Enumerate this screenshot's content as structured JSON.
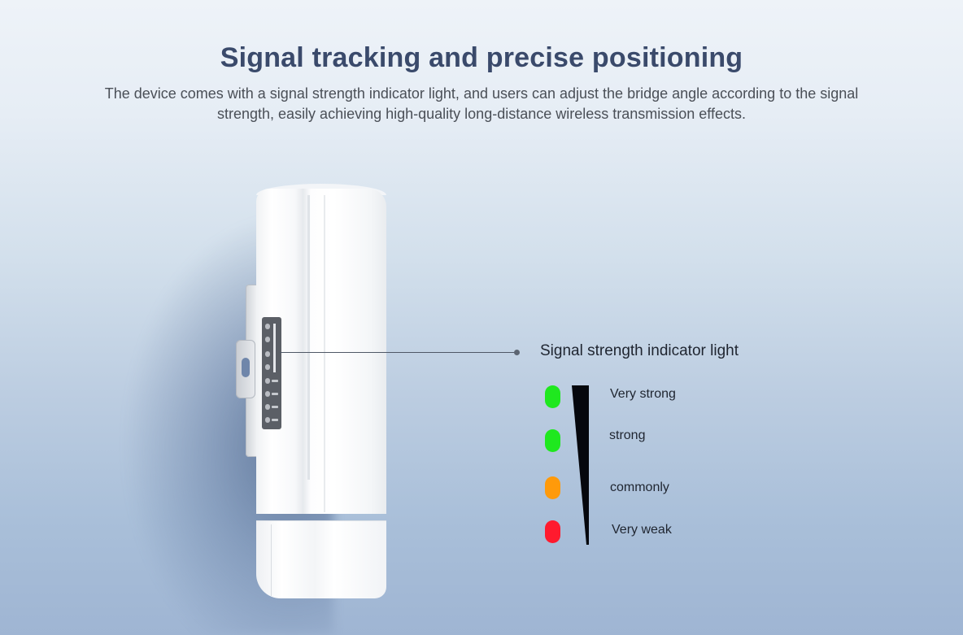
{
  "header": {
    "title": "Signal tracking and precise positioning",
    "subtitle": "The device comes with a signal strength indicator light, and users can adjust the bridge angle according to the signal strength, easily achieving high-quality long-distance wireless transmission effects."
  },
  "callout": {
    "label": "Signal strength indicator light"
  },
  "legend": {
    "items": [
      {
        "label": "Very strong",
        "color": "#1fe81f"
      },
      {
        "label": "strong",
        "color": "#1fe81f"
      },
      {
        "label": "commonly",
        "color": "#ff9a0a"
      },
      {
        "label": "Very weak",
        "color": "#ff1a2e"
      }
    ],
    "wedge_color": "#05070d"
  },
  "device": {
    "body_color": "#ffffff",
    "panel_color": "#5b5f66",
    "led_count": 8
  }
}
